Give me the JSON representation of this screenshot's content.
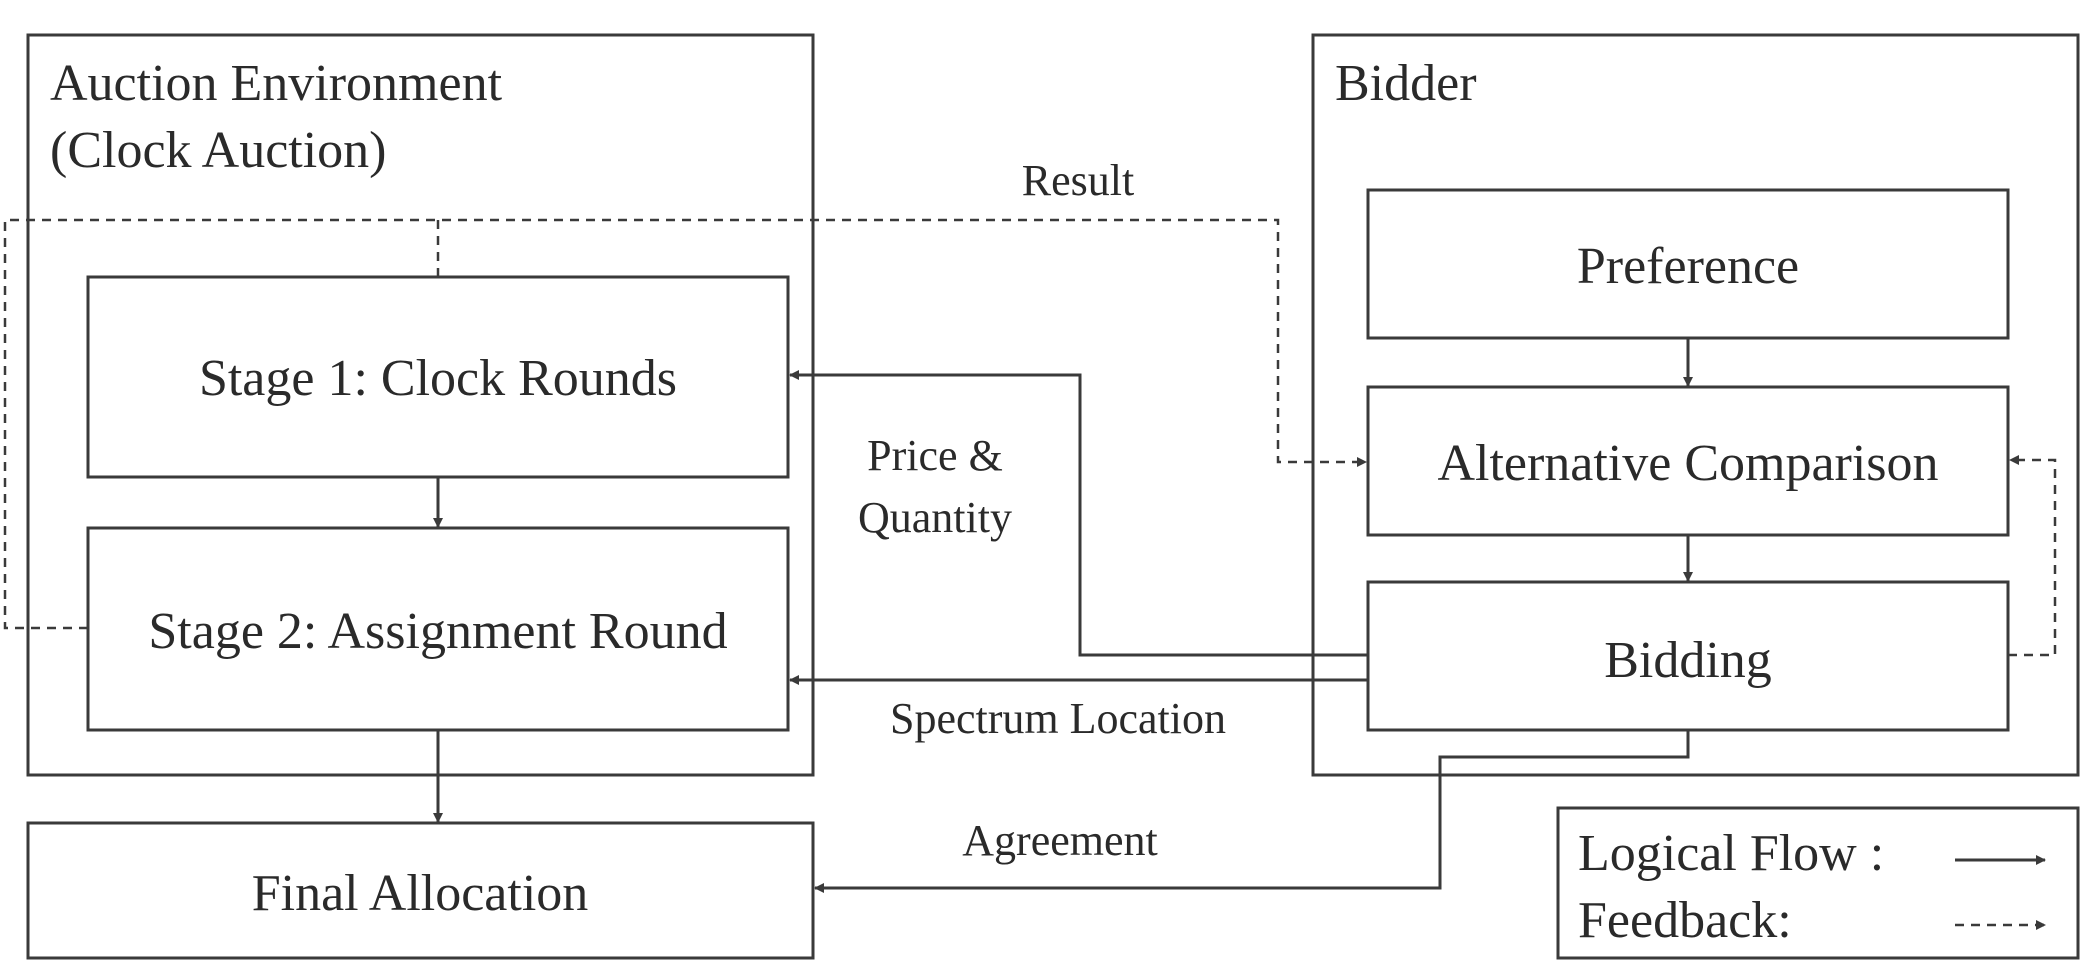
{
  "auction_environment": {
    "title_line1": "Auction Environment",
    "title_line2": "(Clock Auction)",
    "stage1": "Stage 1: Clock Rounds",
    "stage2": "Stage 2: Assignment Round"
  },
  "final_allocation": "Final Allocation",
  "bidder": {
    "title": "Bidder",
    "preference": "Preference",
    "alternative_comparison": "Alternative Comparison",
    "bidding": "Bidding"
  },
  "flow_labels": {
    "result": "Result",
    "price_line1": "Price &",
    "price_line2": "Quantity",
    "spectrum_location": "Spectrum Location",
    "agreement": "Agreement"
  },
  "legend": {
    "logical_flow": "Logical Flow :",
    "feedback": "Feedback:"
  }
}
